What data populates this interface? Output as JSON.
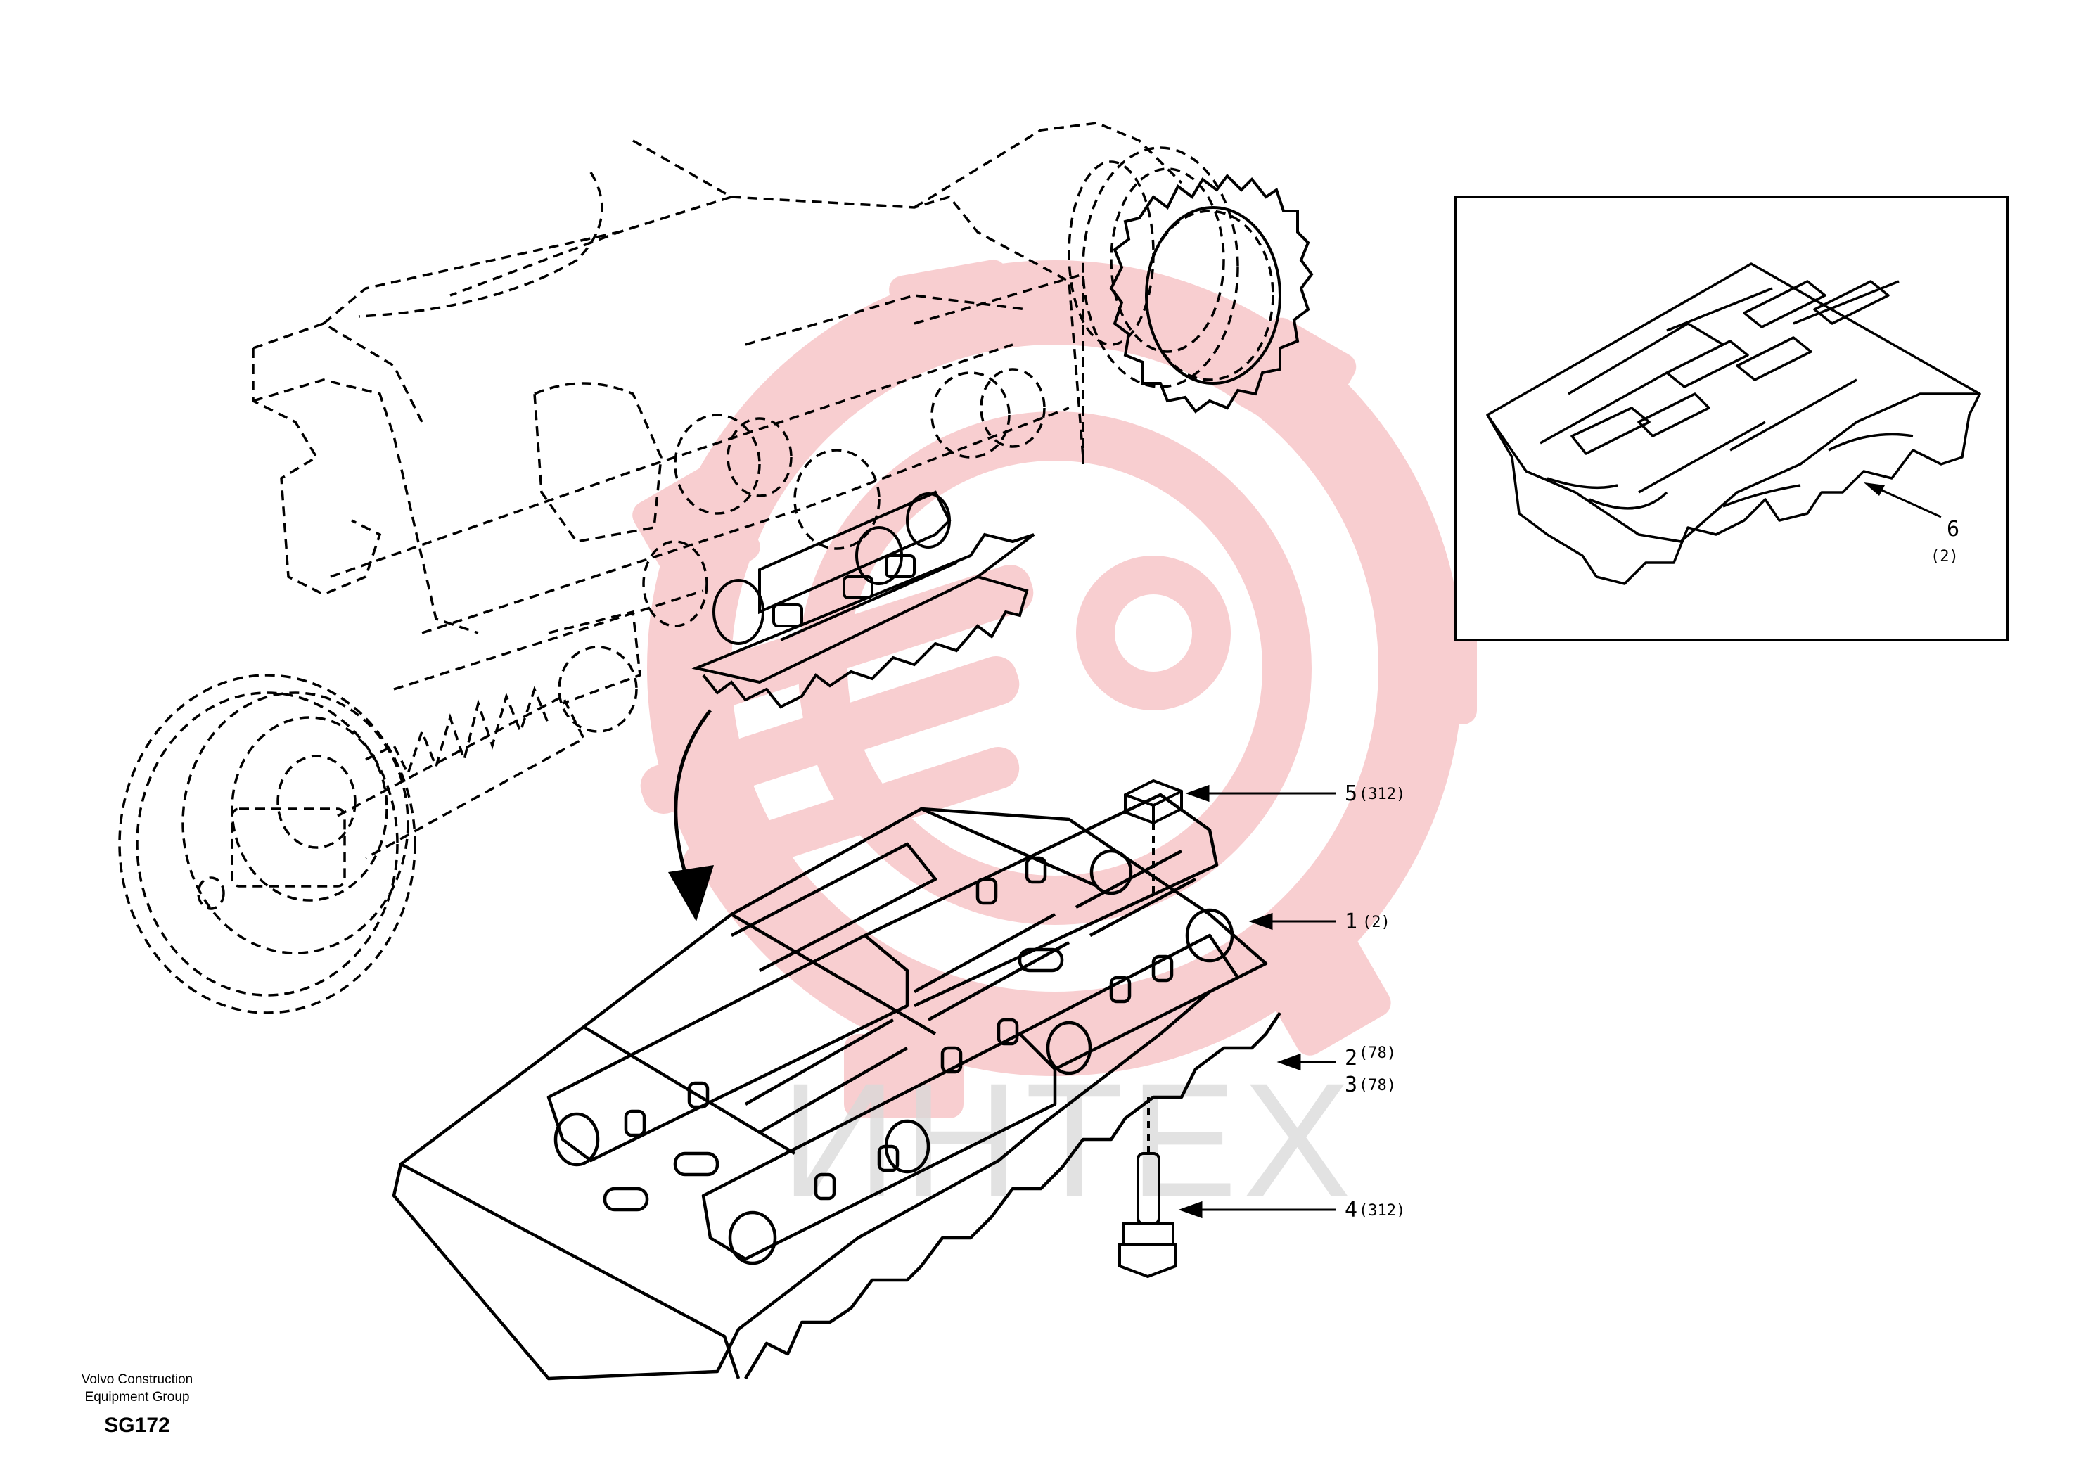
{
  "watermark": {
    "text": "ИНТЕХ",
    "color": "#f4b8bb"
  },
  "callouts": [
    {
      "item": "1",
      "qty": "(2)"
    },
    {
      "item": "2",
      "qty": "(78)"
    },
    {
      "item": "3",
      "qty": "(78)"
    },
    {
      "item": "4",
      "qty": "(312)"
    },
    {
      "item": "5",
      "qty": "(312)"
    },
    {
      "item": "6",
      "qty": "(2)"
    }
  ],
  "footer": {
    "company_line1": "Volvo Construction",
    "company_line2": "Equipment Group",
    "code": "SG172"
  }
}
